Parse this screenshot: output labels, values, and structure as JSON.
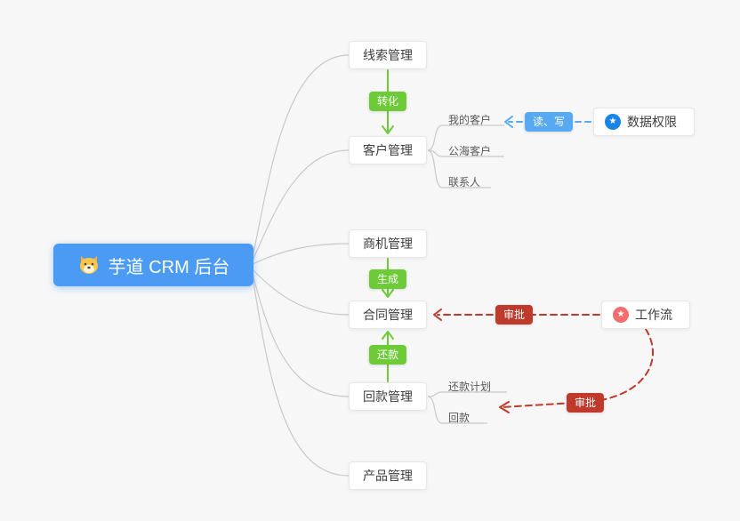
{
  "diagram": {
    "root": {
      "label": "芋道 CRM 后台",
      "icon": "shiba-dog"
    },
    "modules": [
      {
        "id": "leads",
        "label": "线索管理"
      },
      {
        "id": "customer",
        "label": "客户管理"
      },
      {
        "id": "opportunity",
        "label": "商机管理"
      },
      {
        "id": "contract",
        "label": "合同管理"
      },
      {
        "id": "receivable",
        "label": "回款管理"
      },
      {
        "id": "product",
        "label": "产品管理"
      }
    ],
    "customer_children": [
      {
        "label": "我的客户"
      },
      {
        "label": "公海客户"
      },
      {
        "label": "联系人"
      }
    ],
    "receivable_children": [
      {
        "label": "还款计划"
      },
      {
        "label": "回款"
      }
    ],
    "side_nodes": [
      {
        "id": "data-permission",
        "label": "数据权限",
        "icon": "star",
        "icon_color": "#1b84e7"
      },
      {
        "id": "workflow",
        "label": "工作流",
        "icon": "star",
        "icon_color": "#f36d6f"
      }
    ],
    "edges": {
      "convert_label": "转化",
      "generate_label": "生成",
      "repay_label": "还款",
      "read_write_label": "读、写",
      "approve_contract_label": "审批",
      "approve_receivable_label": "审批"
    },
    "colors": {
      "root_bg": "#4b9bf5",
      "green": "#6ecb38",
      "blue_line": "#57a9f2",
      "red": "#bf3a2b",
      "line_gray": "#c9c9c9",
      "background": "#f7f7f8"
    }
  },
  "icons": {
    "star": "★"
  }
}
